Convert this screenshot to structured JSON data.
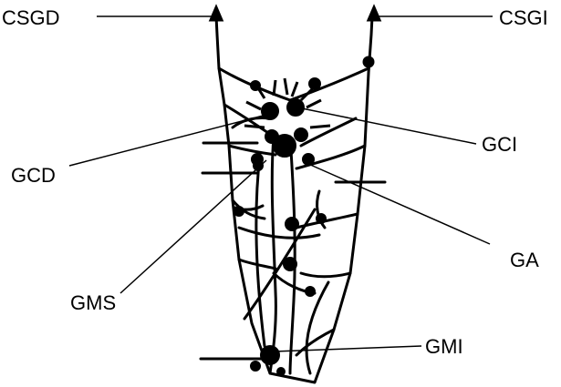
{
  "diagram": {
    "labels": {
      "csgd": "CSGD",
      "csgi": "CSGI",
      "gcd": "GCD",
      "gci": "GCI",
      "gms": "GMS",
      "ga": "GA",
      "gmi": "GMI"
    },
    "colors": {
      "ink": "#000000",
      "background": "#ffffff"
    }
  }
}
